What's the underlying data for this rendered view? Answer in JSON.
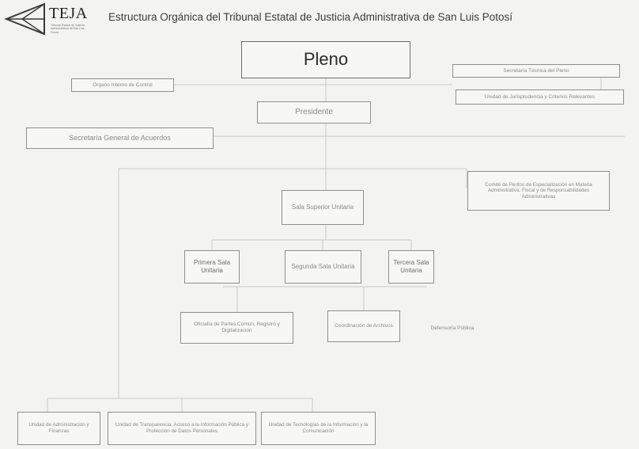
{
  "header": {
    "title": "Estructura Orgánica del Tribunal Estatal de Justicia Administrativa de San Luis Potosí",
    "logo_text": "TEJA",
    "logo_subtitle": "Tribunal Estatal de Justicia Administrativa de San Luis Potosí"
  },
  "nodes": {
    "pleno": "Pleno",
    "organo_control": "Órgano Interno de Control",
    "presidente": "Presidente",
    "secretaria_general": "Secretaría General de Acuerdos",
    "secretaria_tecnica": "Secretaría Técnica del Pleno",
    "unidad_jurisprudencia": "Unidad de Jurisprudencia y Criterios Relevantes",
    "comite_peritos": "Comité de Peritos de Especialización en Materia Administrativa, Fiscal y de Responsabilidades Administrativas",
    "sala_superior": "Sala Superior Unitaria",
    "primera_sala": "Primera Sala Unitaria",
    "segunda_sala": "Segunda Sala Unitaria",
    "tercera_sala": "Tercera Sala Unitaria",
    "oficialia_partes": "Oficialía de Partes Común, Registro y Digitalización",
    "coordinacion_archivos": "Coordinación de Archivos",
    "defensoria_publica": "Defensoría Pública",
    "unidad_administracion": "Unidad de Administración y Finanzas",
    "unidad_transparencia": "Unidad de Transparencia, Acceso a la Información Pública y Protección de Datos Personales",
    "unidad_tecnologias": "Unidad de Tecnologías de la Información y la Comunicación"
  }
}
